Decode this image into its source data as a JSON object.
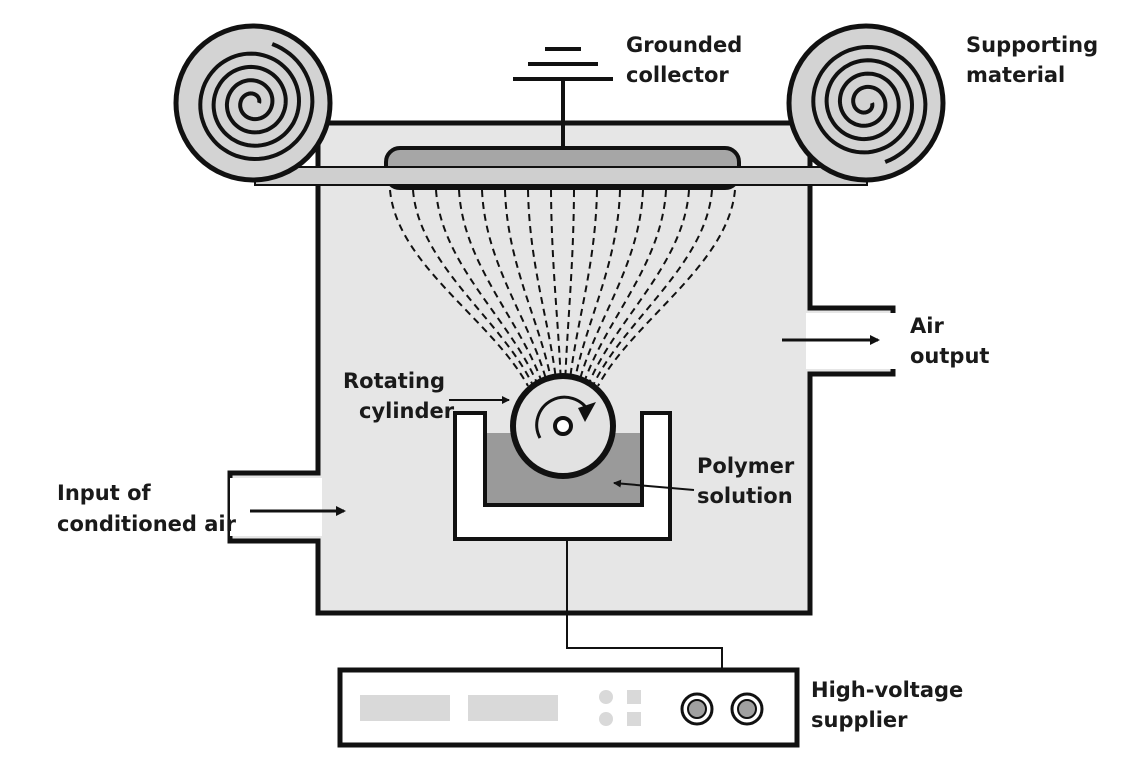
{
  "labels": {
    "grounded_collector": [
      "Grounded",
      "collector"
    ],
    "supporting_material": [
      "Supporting",
      "material"
    ],
    "air_output": [
      "Air",
      "output"
    ],
    "rotating_cylinder": [
      "Rotating",
      "cylinder"
    ],
    "polymer_solution": [
      "Polymer",
      "solution"
    ],
    "input_air": [
      "Input of",
      "conditioned air"
    ],
    "high_voltage_supplier": [
      "High-voltage",
      "supplier"
    ]
  },
  "colors": {
    "stroke": "#111111",
    "chamber_fill": "#e6e6e6",
    "collector_fill": "#a6a6a6",
    "solution_fill": "#9a9a9a",
    "cylinder_fill": "#e2e2e2",
    "panel_fill": "#d9d9d9"
  },
  "icons": [
    "spiral-roll-icon",
    "ground-symbol-icon",
    "rotation-arrow-icon",
    "flow-arrow-icon",
    "knob-icon"
  ]
}
